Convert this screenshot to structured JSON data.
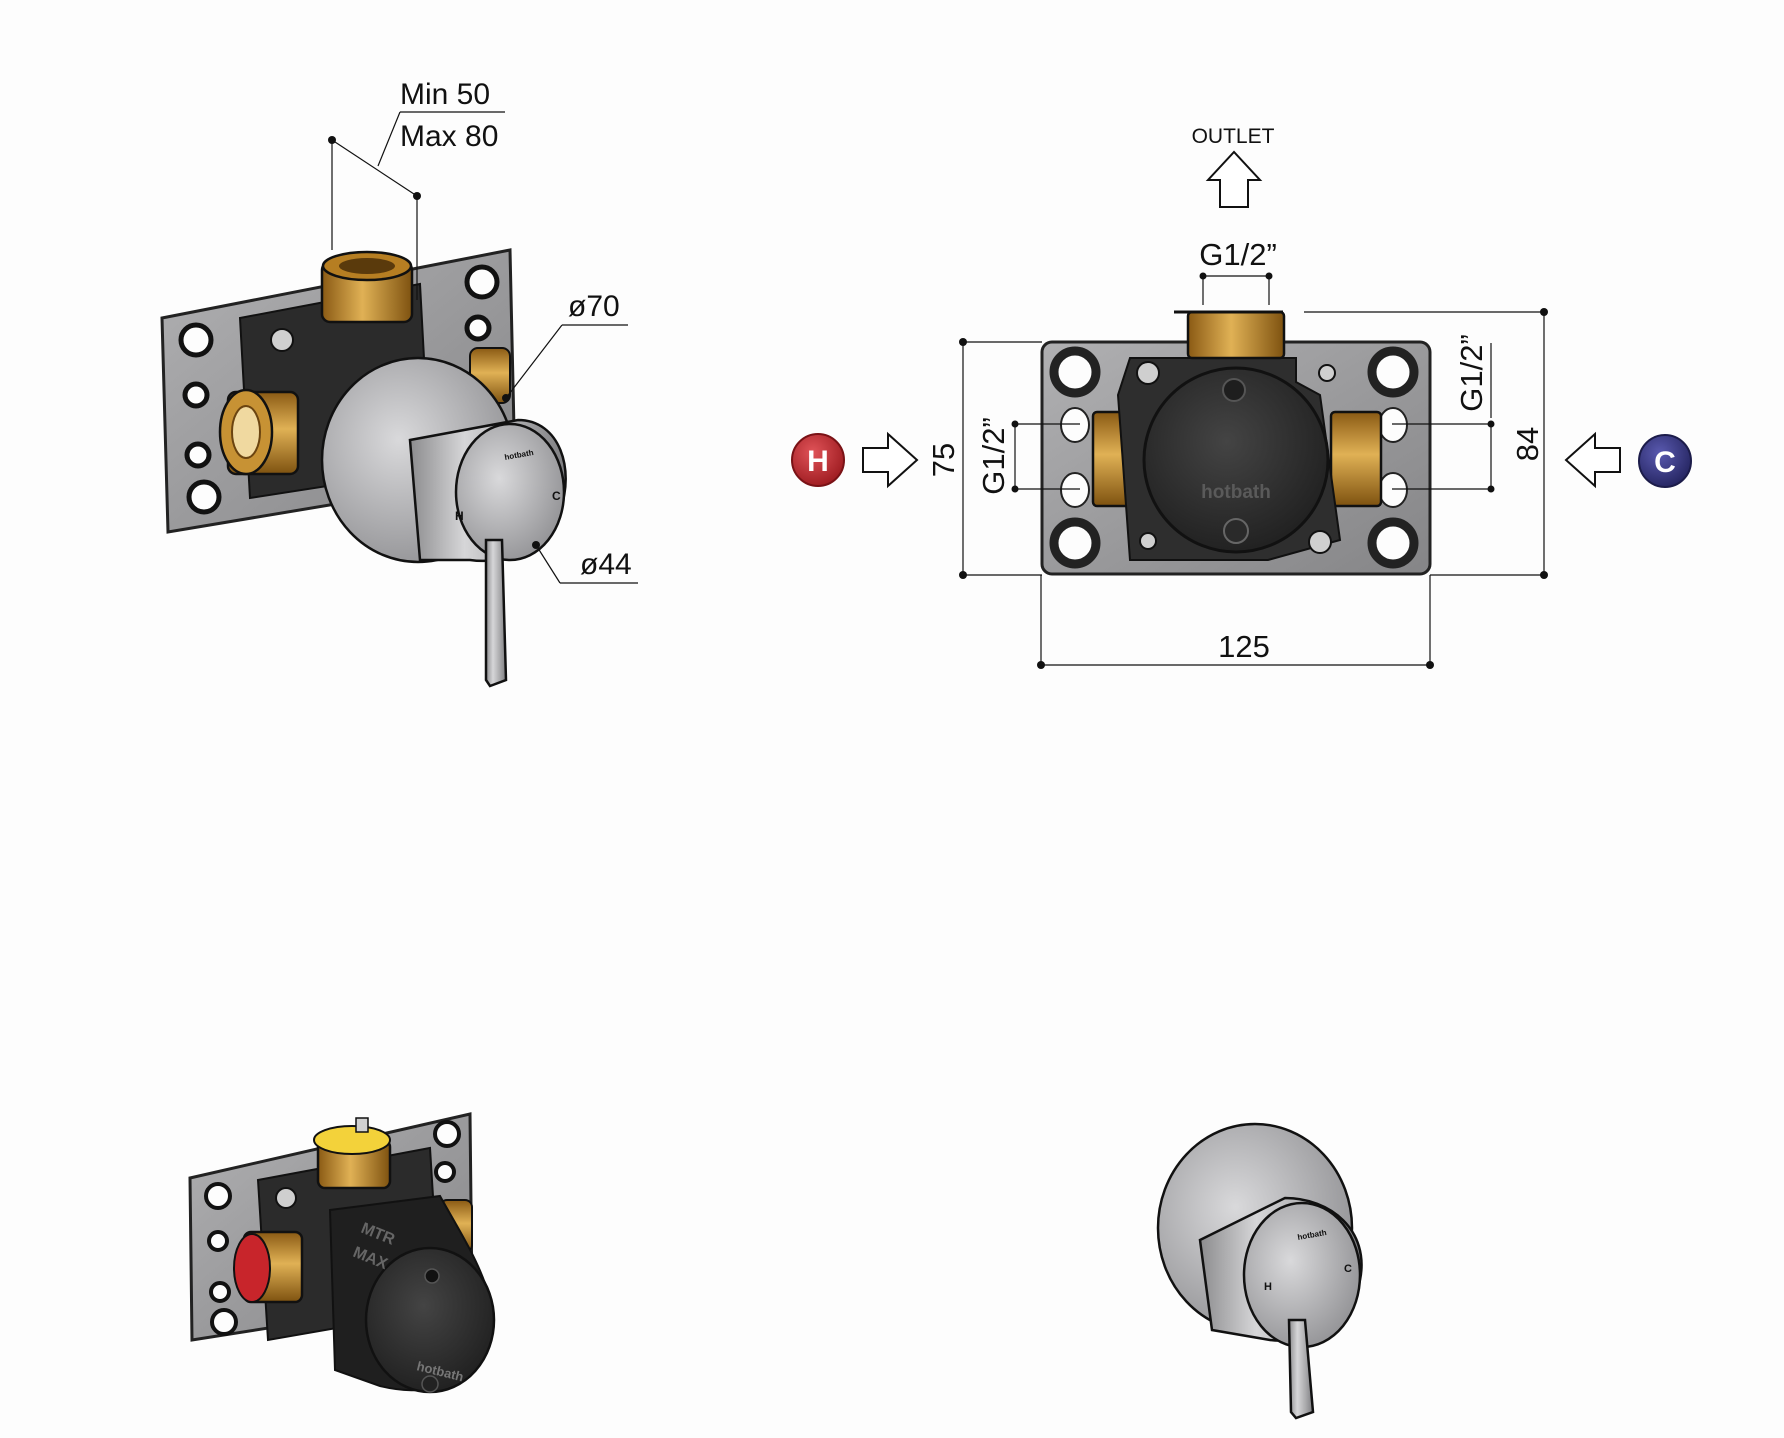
{
  "iso_view": {
    "depth_min": "Min 50",
    "depth_max": "Max 80",
    "rosette_diameter": "ø70",
    "knob_diameter": "ø44",
    "knob_brand": "hotbath",
    "knob_hot": "H",
    "knob_cold": "C"
  },
  "front_view": {
    "outlet_label": "OUTLET",
    "outlet_thread": "G1/2”",
    "left_thread": "G1/2”",
    "right_thread": "G1/2”",
    "height_left": "75",
    "height_right": "84",
    "width": "125",
    "body_brand": "hotbath",
    "hot_badge": "H",
    "cold_badge": "C"
  },
  "body_view": {
    "cap_text_1": "MTR",
    "cap_text_2": "MAX",
    "cap_brand": "hotbath"
  },
  "trim_view": {
    "knob_brand": "hotbath",
    "knob_hot": "H",
    "knob_cold": "C"
  },
  "colors": {
    "hot": "#c0282d",
    "cold": "#35357f",
    "brass": "#c18a2a",
    "plate": "#9a9a9c",
    "body": "#2b2b2b",
    "chrome": "#b9b9bb"
  }
}
